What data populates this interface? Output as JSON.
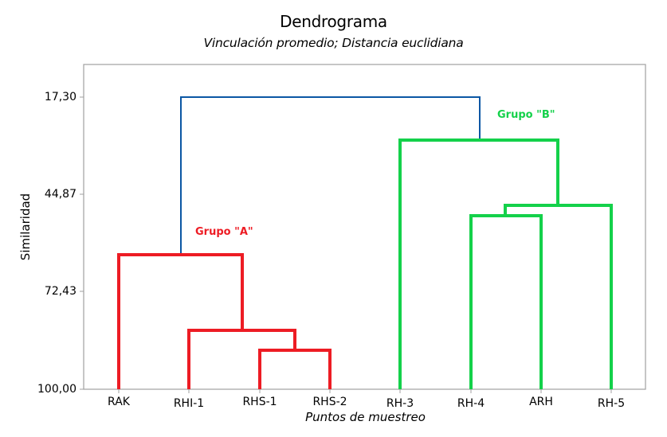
{
  "chart_data": {
    "type": "dendrogram",
    "title": "Dendrograma",
    "subtitle": "Vinculación promedio; Distancia euclidiana",
    "xlabel": "Puntos de muestreo",
    "ylabel": "Similaridad",
    "ylim": [
      17.3,
      100.0
    ],
    "yticks": [
      "17,30",
      "44,87",
      "72,43",
      "100,00"
    ],
    "leaves": [
      "RAK",
      "RHI-1",
      "RHS-1",
      "RHS-2",
      "RH-3",
      "RH-4",
      "ARH",
      "RH-5"
    ],
    "merges": [
      {
        "left": "RHS-1",
        "right": "RHS-2",
        "similarity": 89.0,
        "group": "A"
      },
      {
        "left": "RHI-1",
        "right": "[RHS-1,RHS-2]",
        "similarity": 83.3,
        "group": "A"
      },
      {
        "left": "RAK",
        "right": "[RHI-1,RHS-1,RHS-2]",
        "similarity": 61.9,
        "group": "A"
      },
      {
        "left": "RH-4",
        "right": "ARH",
        "similarity": 50.9,
        "group": "B"
      },
      {
        "left": "[RH-4,ARH]",
        "right": "RH-5",
        "similarity": 48.0,
        "group": "B"
      },
      {
        "left": "RH-3",
        "right": "[RH-4,ARH,RH-5]",
        "similarity": 29.5,
        "group": "B"
      },
      {
        "left": "Grupo A",
        "right": "Grupo B",
        "similarity": 17.3,
        "group": "root"
      }
    ],
    "groups": [
      {
        "name": "Grupo \"A\"",
        "color": "#ED1C24",
        "members": [
          "RAK",
          "RHI-1",
          "RHS-1",
          "RHS-2"
        ]
      },
      {
        "name": "Grupo \"B\"",
        "color": "#14D14A",
        "members": [
          "RH-3",
          "RH-4",
          "ARH",
          "RH-5"
        ]
      }
    ],
    "root_color": "#0B57A4",
    "grid": false,
    "legend": "none"
  },
  "labels": {
    "group_a": "Grupo \"A\"",
    "group_b": "Grupo \"B\""
  }
}
